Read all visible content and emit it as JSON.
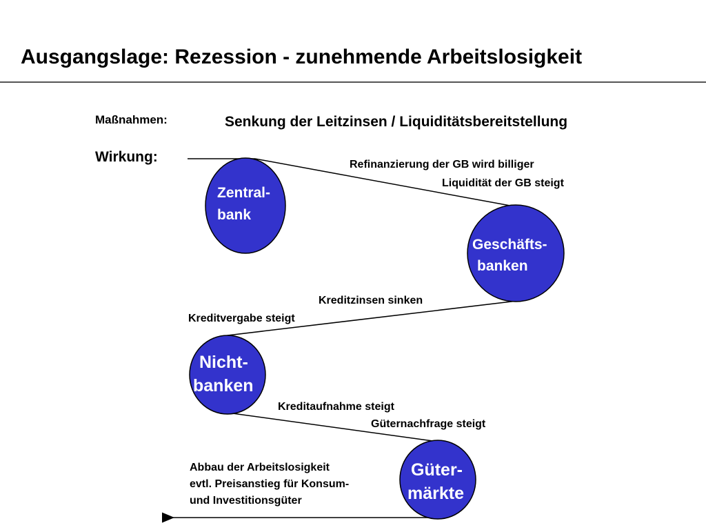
{
  "title": "Ausgangslage: Rezession - zunehmende Arbeitslosigkeit",
  "massnahmen_label": "Maßnahmen:",
  "massnahmen_text": "Senkung der Leitzinsen / Liquiditätsbereitstellung",
  "wirkung_label": "Wirkung:",
  "nodes": {
    "zentralbank": {
      "line1": "Zentral-",
      "line2": "bank"
    },
    "geschaeftsbanken": {
      "line1": "Geschäfts-",
      "line2": "banken"
    },
    "nichtbanken": {
      "line1": "Nicht-",
      "line2": "banken"
    },
    "gueterm": {
      "line1": "Güter-",
      "line2": "märkte"
    }
  },
  "edges": {
    "zb_gb_1": "Refinanzierung der GB wird billiger",
    "zb_gb_2": "Liquidität der GB steigt",
    "gb_nb_1": "Kreditzinsen sinken",
    "gb_nb_2": "Kreditvergabe steigt",
    "nb_gm_1": "Kreditaufnahme steigt",
    "nb_gm_2": "Güternachfrage steigt"
  },
  "outcome": {
    "line1": "Abbau der Arbeitslosigkeit",
    "line2": "evtl. Preisanstieg  für Konsum-",
    "line3": "und Investitionsgüter"
  },
  "colors": {
    "node_fill": "#3333cc",
    "node_text": "#ffffff",
    "line": "#000000"
  }
}
